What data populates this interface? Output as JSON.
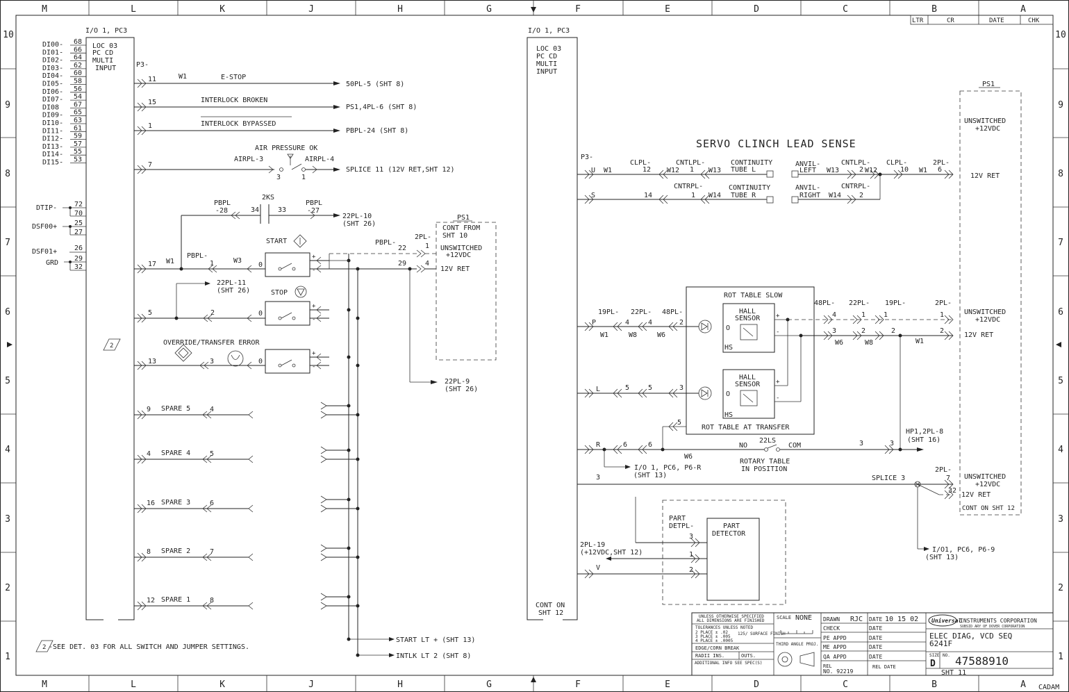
{
  "border": {
    "columns": [
      "M",
      "L",
      "K",
      "J",
      "H",
      "G",
      "F",
      "E",
      "D",
      "C",
      "B",
      "A"
    ],
    "rows": [
      "10",
      "9",
      "8",
      "7",
      "6",
      "5",
      "4",
      "3",
      "2",
      "1"
    ]
  },
  "revision_block": {
    "ltr": "LTR",
    "cr": "CR",
    "date": "DATE",
    "chk": "CHK"
  },
  "left_board": {
    "title": "I/O 1, PC3",
    "box_lines": [
      "LOC 03",
      "PC CD",
      "MULTI",
      "INPUT"
    ],
    "connector": "P3-",
    "pins": [
      {
        "label": "DI00-",
        "num": "68"
      },
      {
        "label": "DI01-",
        "num": "66"
      },
      {
        "label": "DI02-",
        "num": "64"
      },
      {
        "label": "DI03-",
        "num": "62"
      },
      {
        "label": "DI04-",
        "num": "60"
      },
      {
        "label": "DI05-",
        "num": "58"
      },
      {
        "label": "DI06-",
        "num": "56"
      },
      {
        "label": "DI07-",
        "num": "54"
      },
      {
        "label": "DI08",
        "num": "67"
      },
      {
        "label": "DI09-",
        "num": "65"
      },
      {
        "label": "DI10-",
        "num": "63"
      },
      {
        "label": "DI11-",
        "num": "61"
      },
      {
        "label": "DI12-",
        "num": "59"
      },
      {
        "label": "DI13-",
        "num": "57"
      },
      {
        "label": "DI14-",
        "num": "55"
      },
      {
        "label": "DI15-",
        "num": "53"
      }
    ],
    "misc_pins": [
      {
        "label": "DTIP-",
        "nums": [
          "72",
          "70"
        ]
      },
      {
        "label": "DSF00+",
        "nums": [
          "25",
          "27"
        ]
      },
      {
        "label": "DSF01+",
        "nums": [
          "26"
        ]
      },
      {
        "label": "GRD",
        "nums": [
          "29",
          "32"
        ]
      }
    ],
    "note_badge": "2"
  },
  "left_signals": [
    {
      "pin": "11",
      "wire": "W1",
      "name": "E-STOP",
      "dest": "50PL-5 (SHT 8)"
    },
    {
      "pin": "15",
      "name": "INTERLOCK BROKEN",
      "dest": "PS1,4PL-6 (SHT 8)"
    },
    {
      "pin": "1",
      "name": "INTERLOCK BYPASSED",
      "dest": "PBPL-24 (SHT 8)"
    },
    {
      "pin": "7",
      "name": "AIR PRESSURE OK",
      "left_conn": "AIRPL-3",
      "right_conn": "AIRPL-4",
      "sw_pins": [
        "3",
        "1"
      ],
      "dest": "SPLICE 11 (12V RET,SHT 12)"
    }
  ],
  "switch_2ks": {
    "label": "2KS",
    "left": "PBPL",
    "left_pin": "-28",
    "p1": "34",
    "p2": "33",
    "right": "PBPL",
    "right_pin": "-27",
    "dest": "22PL-10",
    "dest_sht": "(SHT 26)"
  },
  "start_row": {
    "pin": "17",
    "wire": "W1",
    "conn": "PBPL-",
    "conn_pin": "1",
    "wire2": "W3",
    "name": "START",
    "zero": "0",
    "pbpl": "PBPL-",
    "pbpl_pin": "22",
    "p29": "29",
    "pl2": "2PL-",
    "pl2_pins": [
      "1",
      "4"
    ]
  },
  "ref_22pl11": {
    "label": "22PL-11",
    "sht": "(SHT 26)"
  },
  "stop_row": {
    "pin": "5",
    "p2": "2",
    "name": "STOP",
    "zero": "0"
  },
  "override_row": {
    "pin": "13",
    "p3": "3",
    "name": "OVERRIDE/TRANSFER ERROR",
    "zero": "0"
  },
  "ref_22pl9": {
    "label": "22PL-9",
    "sht": "(SHT 26)"
  },
  "ps1_left": {
    "name": "PS1",
    "cont": "CONT FROM",
    "sht": "SHT 10",
    "uns": "UNSWITCHED",
    "v": "+12VDC",
    "ret": "12V RET"
  },
  "spares": [
    {
      "pin": "9",
      "name": "SPARE 5",
      "num": "4"
    },
    {
      "pin": "4",
      "name": "SPARE 4",
      "num": "5"
    },
    {
      "pin": "16",
      "name": "SPARE 3",
      "num": "6"
    },
    {
      "pin": "8",
      "name": "SPARE 2",
      "num": "7"
    },
    {
      "pin": "12",
      "name": "SPARE 1",
      "num": "8"
    }
  ],
  "bottom_refs": [
    "START LT + (SHT 13)",
    "INTLK LT 2 (SHT 8)"
  ],
  "footnote": {
    "badge": "2",
    "text": "-SEE DET. 03 FOR ALL SWITCH AND JUMPER SETTINGS."
  },
  "right_board": {
    "title": "I/O 1, PC3",
    "box_lines": [
      "LOC 03",
      "PC CD",
      "MULTI",
      "INPUT"
    ],
    "connector": "P3-",
    "cont": [
      "CONT ON",
      "SHT 12"
    ]
  },
  "servo": {
    "title": "SERVO CLINCH LEAD SENSE",
    "row_u": {
      "pin": "U",
      "w1": "W1",
      "clpl": "CLPL-",
      "clpl_pin": "12",
      "w12": "W12",
      "cntlpl": "CNTLPL-",
      "cntlpl_pin": "1",
      "w13": "W13",
      "tube": "CONTINUITY",
      "tube2": "TUBE L",
      "anvil": "ANVIL-",
      "anvil2": "LEFT",
      "w13b": "W13",
      "cntlpl2": "CNTLPL-",
      "pin2": "2",
      "w12b": "W12",
      "clpl2": "CLPL-",
      "pin10": "10",
      "w1b": "W1",
      "pl2": "2PL-",
      "pin6": "6"
    },
    "row_s": {
      "pin": "S",
      "p14": "14",
      "cntrpl": "CNTRPL-",
      "p1": "1",
      "w14": "W14",
      "tube": "CONTINUITY",
      "tube2": "TUBE R",
      "anvil": "ANVIL-",
      "anvil2": "RIGHT",
      "w14b": "W14",
      "cntrpl2": "CNTRPL-",
      "p2": "2"
    }
  },
  "ps1_right": {
    "name": "PS1",
    "uns": "UNSWITCHED",
    "v": "+12VDC",
    "ret": "12V RET",
    "cont": "CONT ON SHT 12"
  },
  "rot_table": {
    "slow": "ROT TABLE SLOW",
    "transfer": "ROT TABLE AT TRANSFER",
    "hall": [
      "HALL",
      "SENSOR"
    ],
    "hs": "HS",
    "zero": "O",
    "row_p": {
      "pin": "P",
      "c19": "19PL-",
      "c22": "22PL-",
      "c48": "48PL-",
      "n4a": "4",
      "n4b": "4",
      "n2": "2",
      "w1": "W1",
      "w8": "W8",
      "w6": "W6"
    },
    "row_l": {
      "pin": "L",
      "n5a": "5",
      "n5b": "5",
      "n3": "3"
    },
    "row_r": {
      "pin": "R",
      "n6a": "6",
      "n6b": "6",
      "n5": "5",
      "w6": "W6"
    },
    "out": {
      "c48": "48PL-",
      "c22": "22PL-",
      "c19": "19PL-",
      "pl2": "2PL-",
      "a4": "4",
      "a1": "1",
      "a1b": "1",
      "a1c": "1",
      "b3": "3",
      "b2": "2",
      "b2b": "2",
      "b2c": "2",
      "w6": "W6",
      "w8": "W8",
      "w1": "W1"
    }
  },
  "ls22": {
    "name": "22LS",
    "no": "NO",
    "com": "COM",
    "p3a": "3",
    "p3b": "3",
    "l1": "ROTARY TABLE",
    "l2": "IN POSITION",
    "hp": "HP1,2PL-8",
    "hp_sht": "(SHT 16)"
  },
  "ref_io_pc6_r": {
    "l1": "I/O 1, PC6, P6-R",
    "l2": "(SHT 13)"
  },
  "splice3": {
    "pin": "3",
    "name": "SPLICE 3",
    "pl2": "2PL-",
    "p7": "7",
    "p32": "32"
  },
  "ps1_cont": {
    "uns": "UNSWITCHED",
    "v": "+12VDC",
    "ret": "12V RET",
    "cont": "CONT ON SHT 12"
  },
  "part_det": {
    "conn": "PART",
    "conn2": "DETPL-",
    "name": "PART",
    "name2": "DETECTOR",
    "p3": "3",
    "p1": "1",
    "p2": "2",
    "v": "V",
    "pl": "2PL-19",
    "pl2": "(+12VDC,SHT 12)"
  },
  "ref_io_pc6_9": {
    "l1": "I/O1, PC6, P6-9",
    "l2": "(SHT 13)"
  },
  "title_block": {
    "tol": [
      "UNLESS OTHERWISE SPECIFIED",
      "ALL DIMENSIONS ARE FINISHED",
      "TOLERANCES UNLESS NOTED",
      "2 PLACE ± .02",
      "3 PLACE ± .005",
      "4 PLACE ± .0005"
    ],
    "surface": "125/ SURFACE FINISH",
    "edge": "EDGE/CORN BREAK",
    "radii": "RADII INS.",
    "outs": "OUTS.",
    "add": "ADDITIONAL INFO SEE SPEC(S)",
    "scale_lbl": "SCALE",
    "scale": "NONE",
    "third": "THIRD ANGLE PROJ.",
    "drawn": "DRAWN",
    "drawn_by": "RJC",
    "date": "DATE",
    "drawn_date": "10 15 02",
    "check": "CHECK",
    "pe": "PE APPD",
    "me": "ME APPD",
    "qa": "QA APPD",
    "rel": "REL",
    "rel_no": "NO. 92219",
    "rel_date": "REL DATE",
    "company": "Universal",
    "company_rest": "INSTRUMENTS CORPORATION",
    "subsid": "SUBSID ARY OF DOVER CORPORATION",
    "title1": "ELEC DIAG, VCD SEQ",
    "title2": "6241F",
    "size_lbl": "SIZE",
    "size": "D",
    "no_lbl": "NO.",
    "dwg_no": "47588910",
    "sheet": "SHT 11"
  },
  "cadam": "CADAM"
}
